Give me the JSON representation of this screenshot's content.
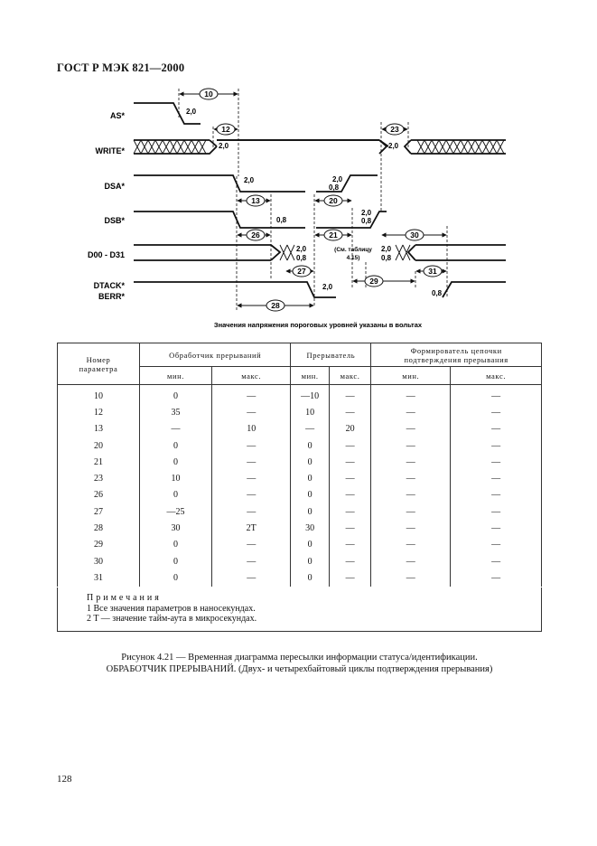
{
  "header": "ГОСТ Р МЭК 821—2000",
  "diagram": {
    "signals": [
      "AS*",
      "WRITE*",
      "DSA*",
      "DSB*",
      "D00 - D31",
      "DTACK*",
      "BERR*"
    ],
    "markers": [
      "10",
      "12",
      "13",
      "20",
      "21",
      "23",
      "26",
      "27",
      "28",
      "29",
      "30",
      "31"
    ],
    "levels": {
      "high": "2,0",
      "low": "0,8"
    },
    "table_ref_line1": "(См. таблицу",
    "table_ref_line2": "4.15)",
    "footnote": "Значения напряжения пороговых уровней указаны в вольтах"
  },
  "table": {
    "col_param": [
      "Номер",
      "параметра"
    ],
    "groups": [
      "Обработчик прерываний",
      "Прерыватель",
      "Формирователь цепочки подтверждения прерывания"
    ],
    "group3_lines": [
      "Формирователь цепочки",
      "подтверждения прерывания"
    ],
    "sub": [
      "мин.",
      "макс."
    ],
    "rows": [
      [
        "10",
        "0",
        "—",
        "—10",
        "—",
        "—",
        "—"
      ],
      [
        "12",
        "35",
        "—",
        "10",
        "—",
        "—",
        "—"
      ],
      [
        "13",
        "—",
        "10",
        "—",
        "20",
        "—",
        "—"
      ],
      [
        "20",
        "0",
        "—",
        "0",
        "—",
        "—",
        "—"
      ],
      [
        "21",
        "0",
        "—",
        "0",
        "—",
        "—",
        "—"
      ],
      [
        "23",
        "10",
        "—",
        "0",
        "—",
        "—",
        "—"
      ],
      [
        "26",
        "0",
        "—",
        "0",
        "—",
        "—",
        "—"
      ],
      [
        "27",
        "—25",
        "—",
        "0",
        "—",
        "—",
        "—"
      ],
      [
        "28",
        "30",
        "2T",
        "30",
        "—",
        "—",
        "—"
      ],
      [
        "29",
        "0",
        "—",
        "0",
        "—",
        "—",
        "—"
      ],
      [
        "30",
        "0",
        "—",
        "0",
        "—",
        "—",
        "—"
      ],
      [
        "31",
        "0",
        "—",
        "0",
        "—",
        "—",
        "—"
      ]
    ]
  },
  "notes": {
    "title": "Примечания",
    "items": [
      "1 Все значения параметров в наносекундах.",
      "2 T — значение тайм-аута в микросекундах."
    ]
  },
  "caption": {
    "line1": "Рисунок 4.21 — Временная диаграмма пересылки информации статуса/идентификации.",
    "line2": "ОБРАБОТЧИК ПРЕРЫВАНИЙ. (Двух- и четырехбайтовый циклы подтверждения прерывания)"
  },
  "page_number": "128"
}
